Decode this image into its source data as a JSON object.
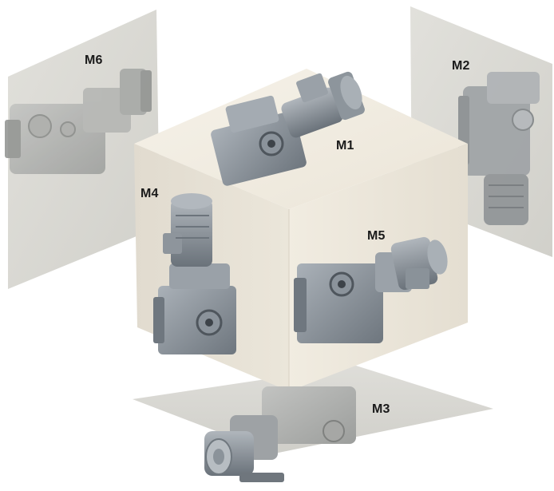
{
  "positions": [
    {
      "id": "M1",
      "label": "M1"
    },
    {
      "id": "M2",
      "label": "M2"
    },
    {
      "id": "M3",
      "label": "M3"
    },
    {
      "id": "M4",
      "label": "M4"
    },
    {
      "id": "M5",
      "label": "M5"
    },
    {
      "id": "M6",
      "label": "M6"
    }
  ],
  "colors": {
    "cube_top": "#f2ede2",
    "cube_left": "#e6e0d4",
    "cube_right": "#ede7db",
    "panel": "#d4d3cc",
    "gear_light": "#9aa1a8",
    "gear_mid": "#7d858d",
    "gear_dark": "#5d656d",
    "label": "#1a1a1a"
  }
}
